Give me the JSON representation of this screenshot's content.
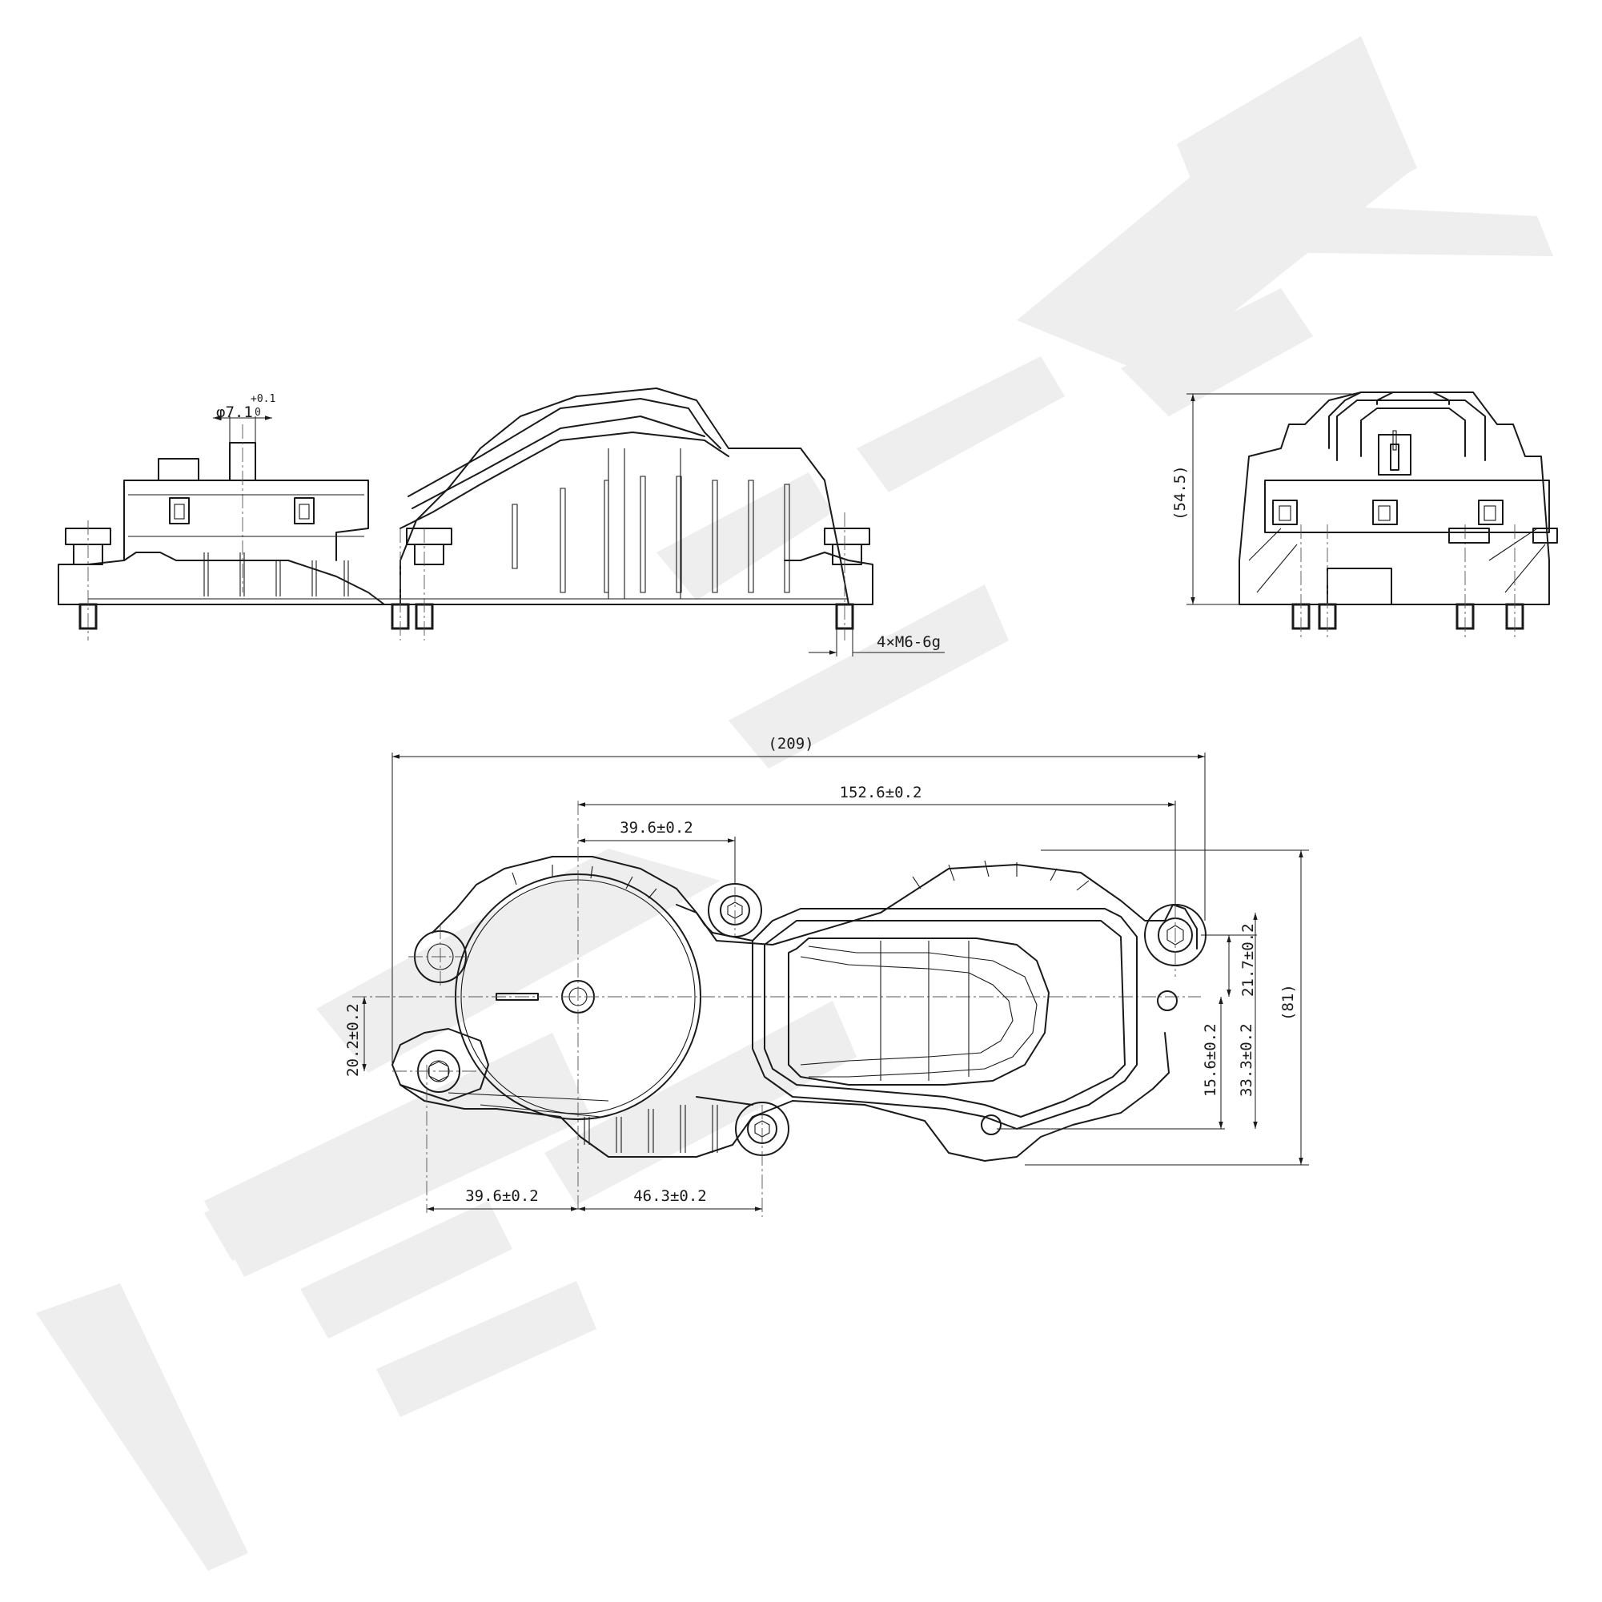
{
  "drawing": {
    "watermark": "ZENNEK",
    "colors": {
      "line": "#1a1a1a",
      "watermark": "#eeeeee",
      "background": "#ffffff"
    },
    "side_view": {
      "pipe_diameter": "φ7.1",
      "pipe_tol_upper": "+0.1",
      "pipe_tol_lower": "0",
      "thread_spec": "4×M6-6g"
    },
    "end_view": {
      "height": "(54.5)"
    },
    "top_view": {
      "overall_length": "(209)",
      "hole_span": "152.6±0.2",
      "top_left_offset": "39.6±0.2",
      "bottom_left_offset": "39.6±0.2",
      "bottom_right_offset": "46.3±0.2",
      "left_vertical": "20.2±0.2",
      "right_upper": "21.7±0.2",
      "right_lower_a": "15.6±0.2",
      "right_lower_b": "33.3±0.2",
      "overall_width": "(81)"
    }
  }
}
